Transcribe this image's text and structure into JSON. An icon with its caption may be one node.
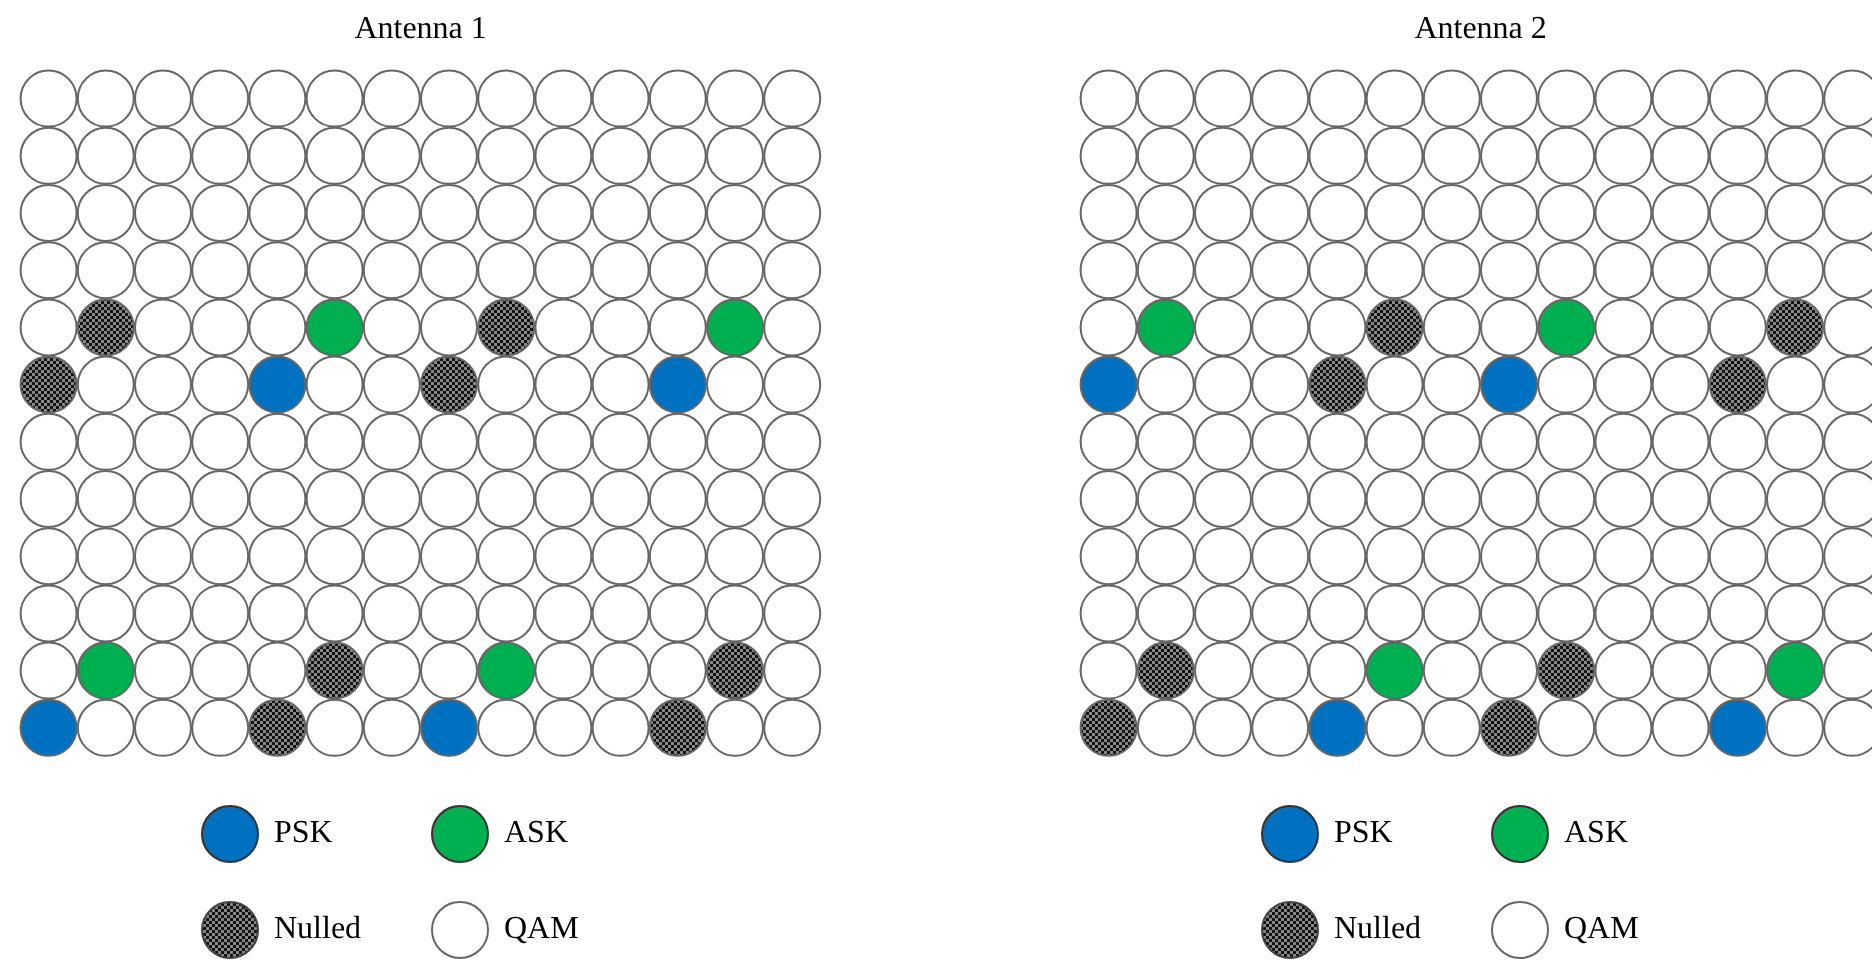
{
  "diagram": {
    "labels": [
      "Antenna 1",
      "Antenna 2"
    ],
    "legend": [
      {
        "text": "PSK",
        "color": "#0070c0"
      },
      {
        "text": "ASK",
        "color": "#00b050"
      },
      {
        "text": "Nulled"
      },
      {
        "text": "QAM",
        "color": "#ffffff"
      },
      {
        "text": "PSK",
        "color": "#0070c0"
      },
      {
        "text": "ASK",
        "color": "#00b050"
      },
      {
        "text": "Nulled"
      },
      {
        "text": "QAM",
        "color": "#ffffff"
      }
    ]
  }
}
